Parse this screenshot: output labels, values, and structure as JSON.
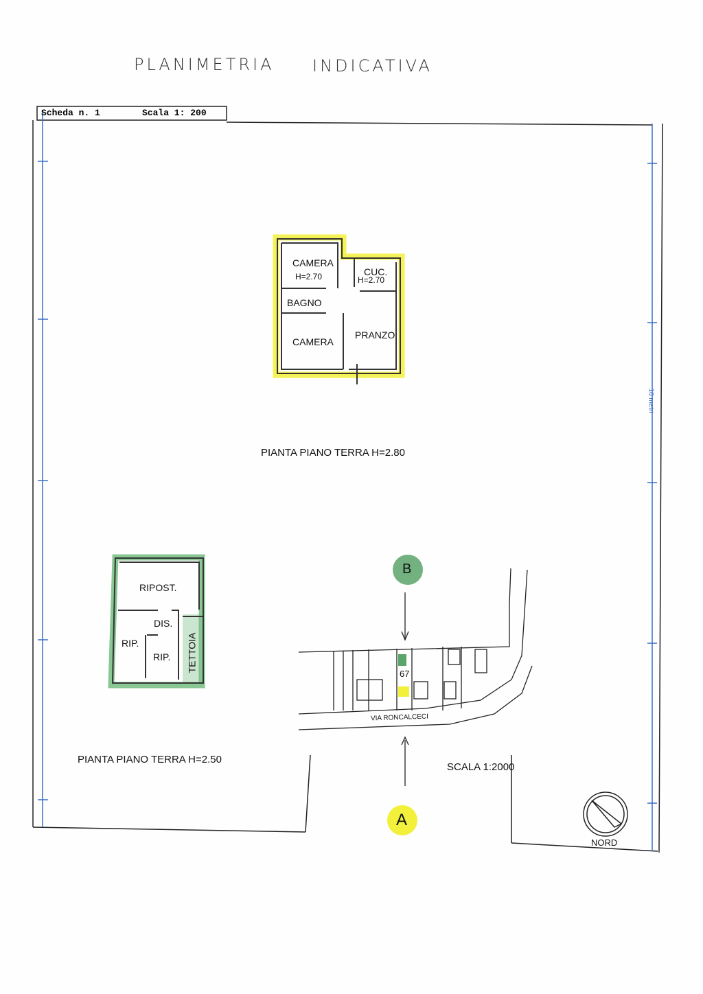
{
  "title": {
    "left": "PLANIMETRIA",
    "right": "INDICATIVA"
  },
  "header": {
    "scheda": "Scheda n. 1",
    "scala": "Scala 1: 200"
  },
  "plan_ground": {
    "rooms": [
      {
        "name": "CAMERA",
        "height": "H=2.70"
      },
      {
        "name": "CUC.",
        "height": "H=2.70"
      },
      {
        "name": "BAGNO"
      },
      {
        "name": "CAMERA"
      },
      {
        "name": "PRANZO"
      }
    ],
    "caption": "PIANTA PIANO TERRA H=2.80",
    "highlight_color": "#f2f03a"
  },
  "plan_annex": {
    "rooms": [
      "RIPOST.",
      "DIS.",
      "RIP.",
      "RIP.",
      "TETTOIA"
    ],
    "caption": "PIANTA PIANO TERRA H=2.50",
    "highlight_color": "#6cb97a"
  },
  "site_map": {
    "street": "VIA RONCALCECI",
    "house_number": "67",
    "scale": "SCALA 1:2000",
    "marker_a": "A",
    "marker_b": "B",
    "north": "NORD"
  },
  "ruler_label": "10 metri"
}
